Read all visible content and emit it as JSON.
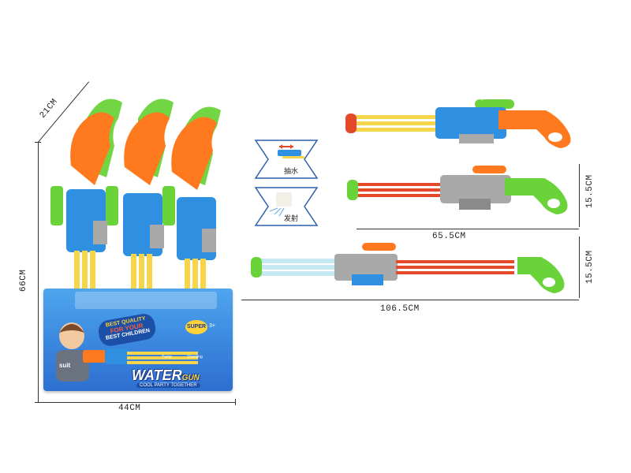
{
  "display": {
    "dims": {
      "depth": "21CM",
      "height": "66CM",
      "width": "44CM"
    },
    "box": {
      "badge_top": "BEST QUALITY",
      "badge_mid": "FOR YOUR",
      "badge_bottom": "BEST CHILDREN",
      "super_badge": "SUPER",
      "age_label": "3+",
      "brand_main": "WATER",
      "brand_sub": "GUN",
      "tagline": "COOL PARTY TOGETHER",
      "pump_label": "Pump",
      "shoot_label": "Shooting"
    }
  },
  "insets": {
    "pump_label": "抽水",
    "shoot_label": "发射"
  },
  "gun_measurements": {
    "height_label": "15.5CM",
    "length_label": "65.5CM",
    "height_label_2": "15.5CM",
    "extended_length_label": "106.5CM"
  },
  "colors": {
    "orange": "#ff7a1e",
    "lime": "#6ad33a",
    "blue": "#2f8fe0",
    "yellow": "#f7d54a",
    "grey": "#a9a9a9",
    "red": "#e44a2a",
    "box_blue": "#2e6fd0"
  }
}
